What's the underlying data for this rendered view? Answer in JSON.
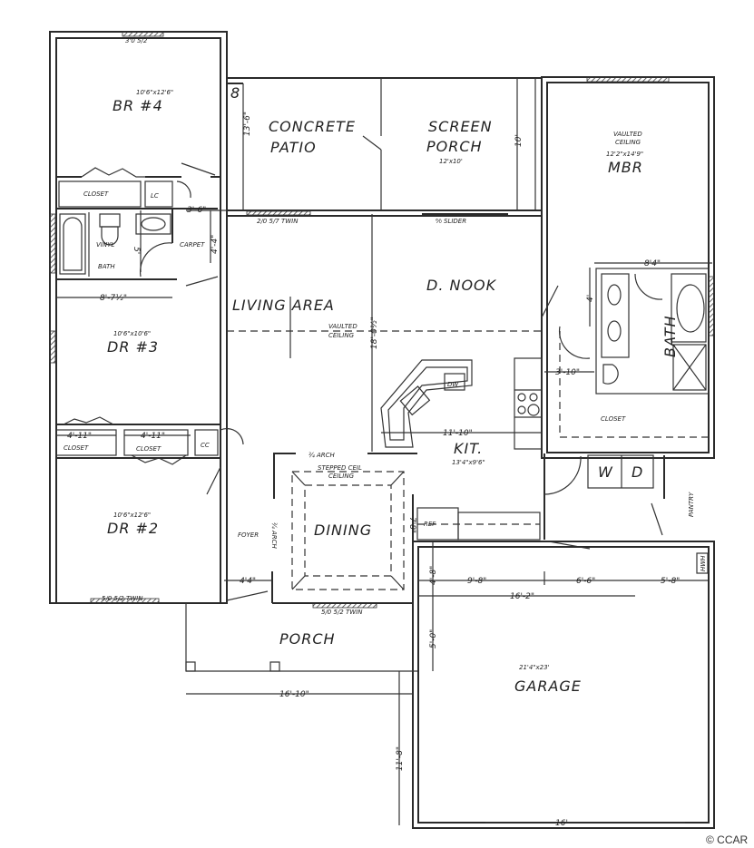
{
  "rooms": {
    "br4": {
      "name": "BR #4",
      "size": "10'6\"x12'6\""
    },
    "br3": {
      "name": "DR #3",
      "size": "10'6\"x10'6\""
    },
    "br2": {
      "name": "DR #2",
      "size": "10'6\"x12'6\""
    },
    "patio": {
      "line1": "CONCRETE",
      "line2": "PATIO"
    },
    "screen_porch": {
      "line1": "SCREEN",
      "line2": "PORCH",
      "size": "12'x10'"
    },
    "mbr": {
      "name": "MBR",
      "size": "12'2\"x14'9\"",
      "ceiling1": "VAULTED",
      "ceiling2": "CEILING"
    },
    "nook": {
      "name": "D. NOOK"
    },
    "living": {
      "name": "LIVING AREA",
      "ceiling1": "VAULTED",
      "ceiling2": "CEILING"
    },
    "kitchen": {
      "name": "KIT.",
      "size": "13'4\"x9'6\""
    },
    "dining": {
      "name": "DINING",
      "ceiling1": "STEPPED CEIL",
      "ceiling2": "CEILING"
    },
    "bath_master": {
      "name": "BATH"
    },
    "bath_hall": {
      "line1": "VINYL",
      "line2": "BATH"
    },
    "garage": {
      "name": "GARAGE",
      "size": "21'4\"x23'"
    },
    "porch": {
      "name": "PORCH"
    },
    "foyer": {
      "name": "FOYER"
    }
  },
  "labels": {
    "closet_br4": "CLOSET",
    "lc": "LC",
    "carpet": "CARPET",
    "closet_a": "CLOSET",
    "closet_b": "CLOSET",
    "cc": "CC",
    "closet_master": "CLOSET",
    "w": "W",
    "d": "D",
    "pantry": "PANTRY",
    "ref": "REF",
    "dw": "DW",
    "arch1": "¾ ARCH",
    "arch2": "¾ ARCH",
    "win_br4": "3'0 5/2",
    "win_patio": "2/0 5/7 TWIN",
    "slider": "⁶⁄₀ SLIDER",
    "win_br2": "5/0 5/2 TWIN",
    "win_dining": "5/0 5/2 TWIN",
    "hwh": "HWH",
    "eight": "8"
  },
  "dimensions": {
    "d1": "13'-6\"",
    "d2": "10'",
    "d3": "3'-6\"",
    "d4": "4'-4\"",
    "d5": "5'",
    "d6": "8'-7½\"",
    "d7": "18'-0½\"",
    "d8": "8'4\"",
    "d9": "4'",
    "d10": "3'-10\"",
    "d11": "11'-10\"",
    "d12": "4'-11\"",
    "d13": "4'-11\"",
    "d14": "4'4\"",
    "d15": "7'8\"",
    "d16": "4'-8\"",
    "d17": "9'-8\"",
    "d18": "6'-6\"",
    "d19": "5'-8\"",
    "d20": "16'-2\"",
    "d21": "5'-0\"",
    "d22": "16'-10\"",
    "d23": "11'-8\"",
    "d24": "16'"
  },
  "copyright": "© CCAR"
}
